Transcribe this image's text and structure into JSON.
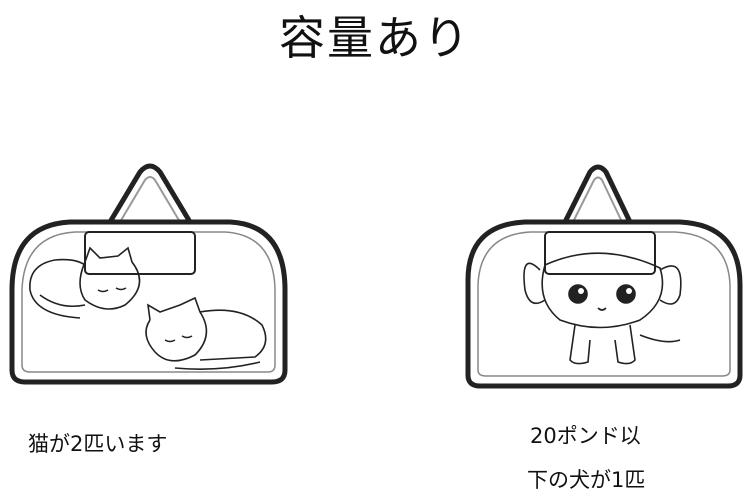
{
  "title": "容量あり",
  "left_caption": "猫が2匹います",
  "right_caption_line1": "20ポンド以",
  "right_caption_line2": "下の犬が1匹"
}
